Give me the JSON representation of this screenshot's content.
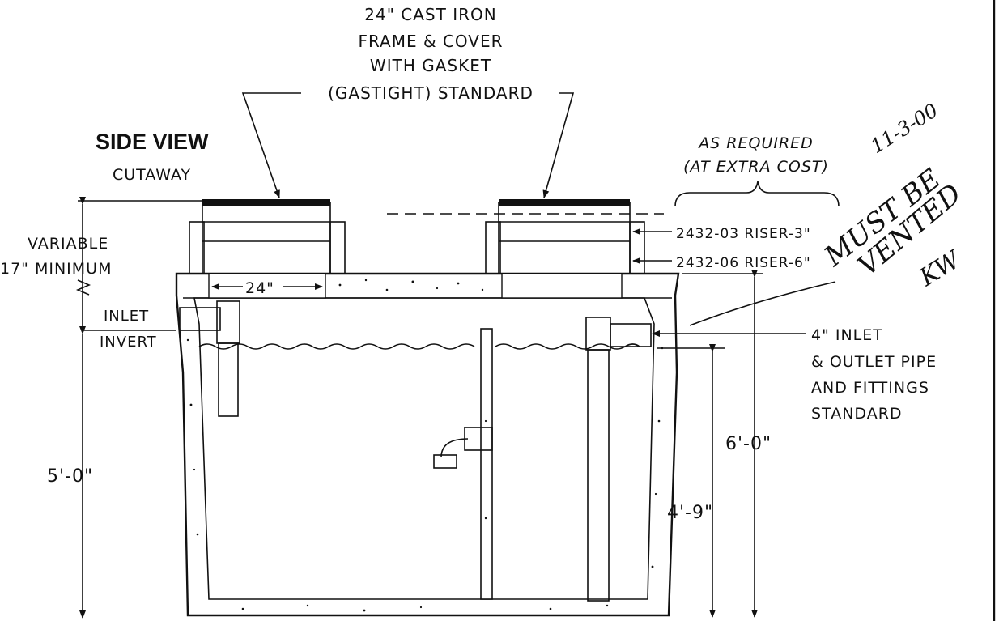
{
  "title": "SIDE VIEW",
  "subtitle": "CUTAWAY",
  "callout_cover": [
    "24\" CAST IRON",
    "FRAME & COVER",
    "WITH GASKET",
    "(GASTIGHT) STANDARD"
  ],
  "as_required": [
    "AS REQUIRED",
    "(AT EXTRA COST)"
  ],
  "risers": [
    "2432-03 RISER-3\"",
    "2432-06 RISER-6\""
  ],
  "variable_min": [
    "VARIABLE",
    "17\" MINIMUM"
  ],
  "inlet_invert": [
    "INLET",
    "INVERT"
  ],
  "opening_width": "24\"",
  "pipe_note": [
    "4\" INLET",
    "& OUTLET PIPE",
    "AND FITTINGS",
    "STANDARD"
  ],
  "dim_inlet_height": "5'-0\"",
  "dim_outlet_height": "4'-9\"",
  "dim_overall_height": "6'-0\"",
  "handwritten": {
    "date": "11-3-00",
    "note": [
      "MUST BE",
      "VENTED"
    ],
    "initials": "KW"
  }
}
